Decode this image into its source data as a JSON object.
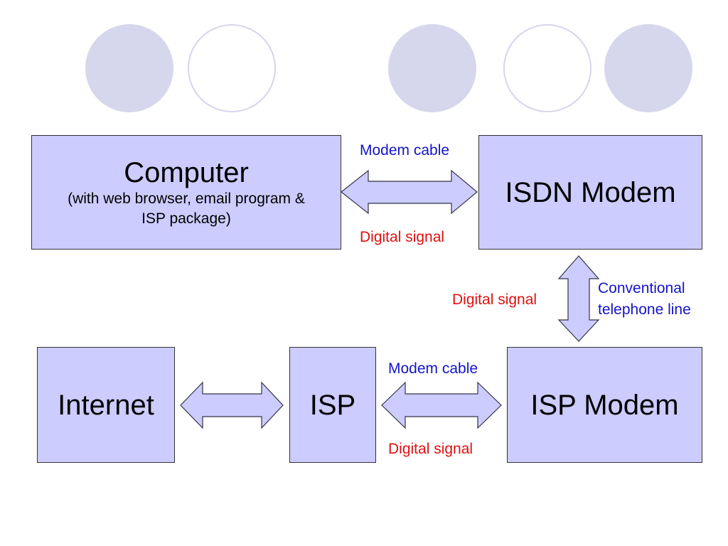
{
  "colors": {
    "box_fill": "#ccccff",
    "arrow_fill": "#ccccff",
    "decoration": "#d6d6ec",
    "cable_label": "#1414c8",
    "signal_label": "#e01010"
  },
  "decorations": [
    "filled",
    "outline",
    "filled",
    "outline",
    "filled"
  ],
  "nodes": {
    "computer": {
      "title": "Computer",
      "subtitle_line1": "(with web browser, email program &",
      "subtitle_line2": "ISP package)"
    },
    "isdn_modem": {
      "title": "ISDN Modem"
    },
    "isp_modem": {
      "title": "ISP Modem"
    },
    "isp": {
      "title": "ISP"
    },
    "internet": {
      "title": "Internet"
    }
  },
  "links": {
    "computer_isdn": {
      "cable": "Modem cable",
      "signal": "Digital signal"
    },
    "isdn_ispmodem": {
      "cable_line1": "Conventional",
      "cable_line2": "telephone line",
      "signal": "Digital signal"
    },
    "ispmodem_isp": {
      "cable": "Modem cable",
      "signal": "Digital signal"
    }
  }
}
